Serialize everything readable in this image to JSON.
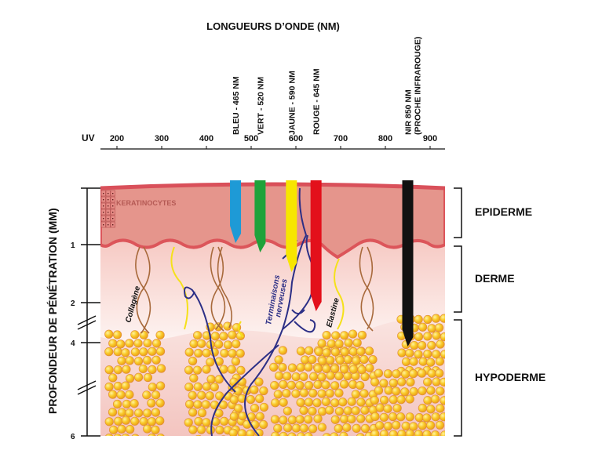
{
  "title": "LONGUEURS D’ONDE (NM)",
  "uv_label": "UV",
  "wavelength_ticks": [
    "200",
    "300",
    "400",
    "500",
    "600",
    "700",
    "800",
    "900"
  ],
  "lights": [
    {
      "label": "BLEU - 465 NM",
      "nm": 465,
      "color": "#1e9ad6"
    },
    {
      "label": "VERT - 520 NM",
      "nm": 520,
      "color": "#1fa23a"
    },
    {
      "label": "JAUNE - 590 NM",
      "nm": 590,
      "color": "#f7e600"
    },
    {
      "label": "ROUGE - 645 NM",
      "nm": 645,
      "color": "#e3101b"
    },
    {
      "label": "NIR 850 NM",
      "label2": "(PROCHE INFRAROUGE)",
      "nm": 850,
      "color": "#111111"
    }
  ],
  "depth_axis": {
    "label": "PROFONDEUR DE PÉNÉTRATION (MM)",
    "ticks": [
      "1",
      "2",
      "4",
      "6"
    ]
  },
  "layers": [
    "EPIDERME",
    "DERME",
    "HYPODERME"
  ],
  "annotations": {
    "keratinocytes": "KERATINOCYTES",
    "collagen": "Collagène",
    "nerves_1": "Terminaisons",
    "nerves_2": "nerveuses",
    "elastin": "Elastine"
  }
}
